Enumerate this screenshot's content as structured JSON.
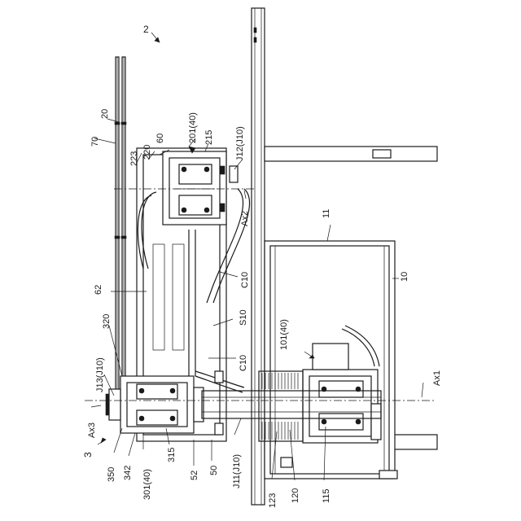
{
  "figure": {
    "labels": {
      "robot": "2",
      "base": "10",
      "base_inner": "11",
      "upper_arm": "20",
      "arm_cover": "70",
      "joint2": "223",
      "joint2b": "220",
      "cable_guide": "60",
      "actuator2": "201(40)",
      "part215": "215",
      "joint12": "J12(J10)",
      "axis2": "Ax2",
      "cable62": "62",
      "cable_c10_top": "C10",
      "shaft_s10": "S10",
      "cable_c10_bot": "C10",
      "actuator1": "101(40)",
      "axis1": "Ax1",
      "part320": "320",
      "joint13": "J13(J10)",
      "axis3": "Ax3",
      "hand": "3",
      "part350": "350",
      "part342": "342",
      "actuator3": "301(40)",
      "part315": "315",
      "part52": "52",
      "forearm": "50",
      "joint11": "J11(J10)",
      "part123": "123",
      "part120": "120",
      "part115": "115"
    }
  }
}
